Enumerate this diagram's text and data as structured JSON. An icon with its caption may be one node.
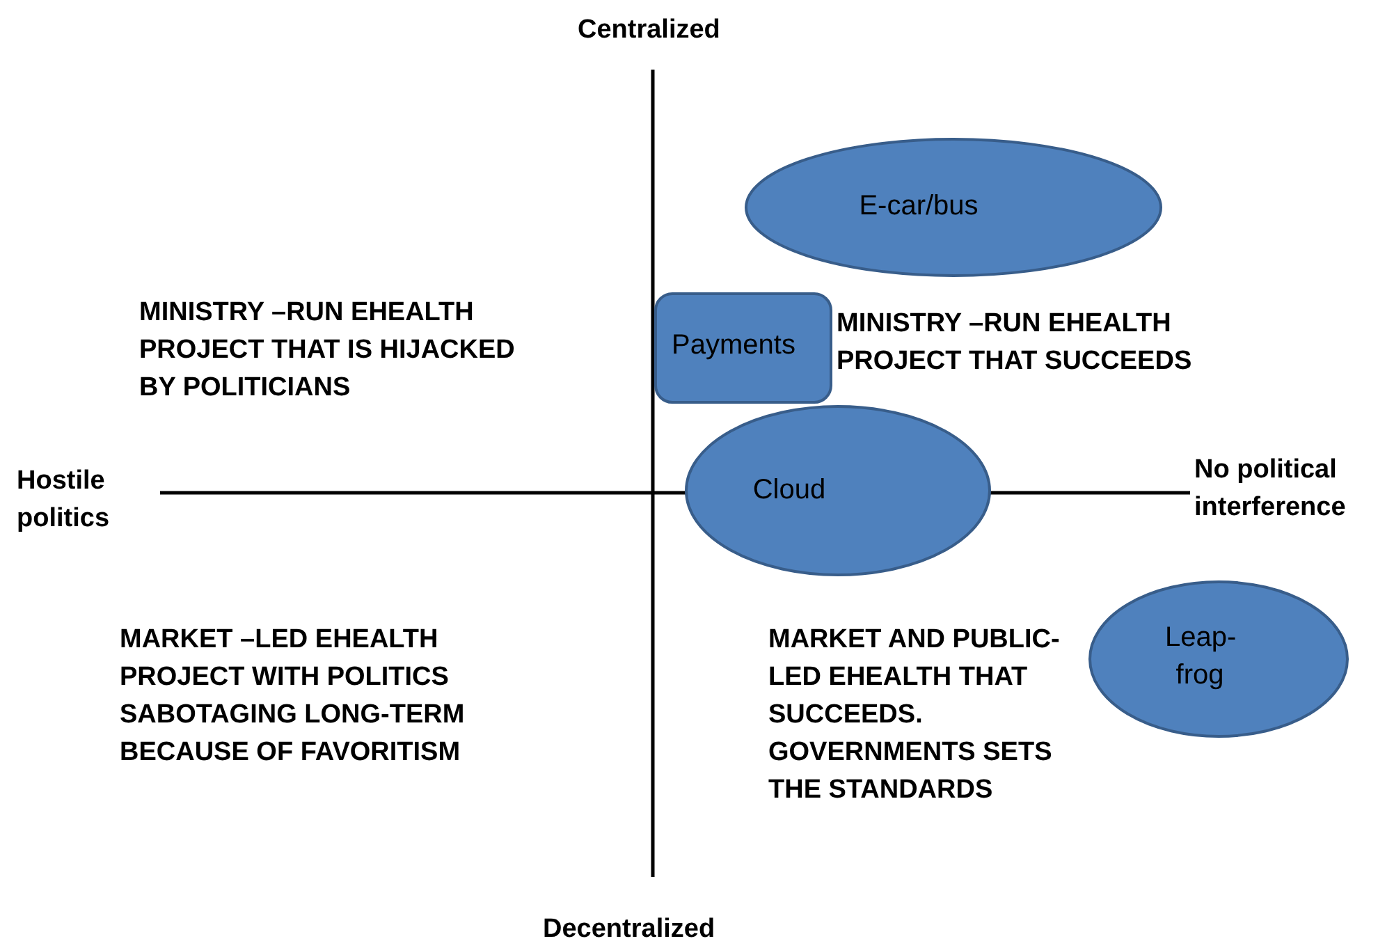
{
  "diagram": {
    "nodes": [
      {
        "text": [
          "E-car/bus"
        ]
      },
      {
        "text": [
          "Payments"
        ]
      },
      {
        "text": [
          "Cloud"
        ]
      },
      {
        "text": [
          "Leap-frog"
        ]
      }
    ],
    "edges": [],
    "labels": [
      "Centralized",
      "MINISTRY –RUN EHEALTH PROJECT THAT IS HIJACKED BY POLITICIANS",
      "MINISTRY –RUN EHEALTH PROJECT THAT SUCCEEDS",
      "Hostile politics",
      "No political interference",
      "MARKET –LED EHEALTH PROJECT WITH POLITICS SABOTAGING LONG-TERM BECAUSE OF FAVORITISM",
      "MARKET AND PUBLIC-LED EHEALTH THAT SUCCEEDS. GOVERNMENTS SETS THE STANDARDS",
      "Decentralized"
    ]
  }
}
